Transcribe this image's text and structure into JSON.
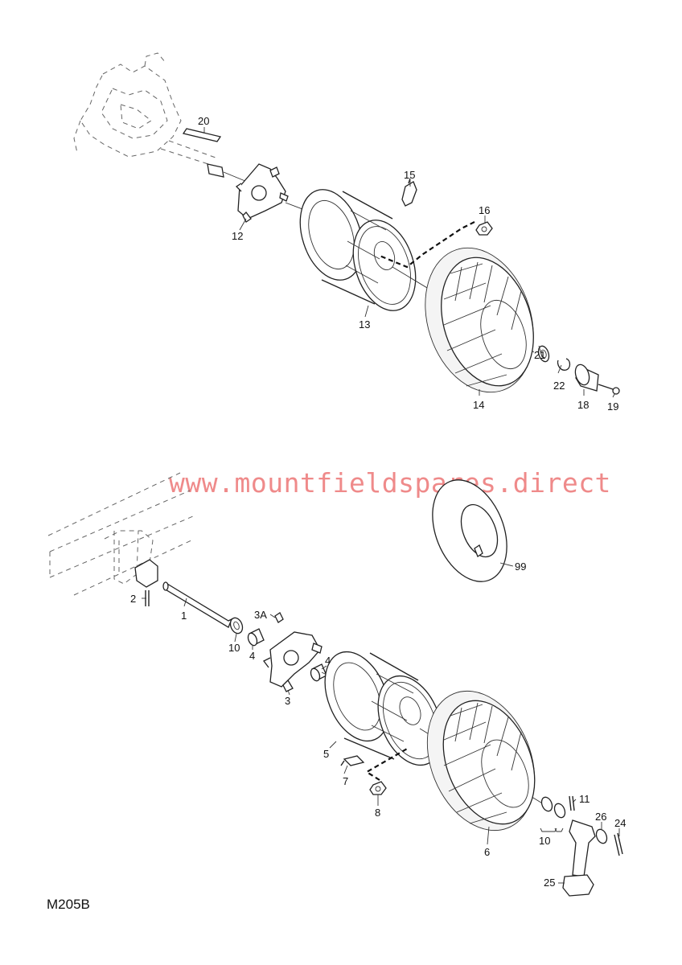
{
  "watermark": "www.mountfieldspares.direct",
  "diagram_code": "M205B",
  "callouts": {
    "p20": "20",
    "p15": "15",
    "p16": "16",
    "p12": "12",
    "p13": "13",
    "p21": "21",
    "p22": "22",
    "p14": "14",
    "p18": "18",
    "p19": "19",
    "p99": "99",
    "p2": "2",
    "p1": "1",
    "p3A": "3A",
    "p10a": "10",
    "p4a": "4",
    "p4b": "4",
    "p3": "3",
    "p5": "5",
    "p7": "7",
    "p8": "8",
    "p11": "11",
    "p26": "26",
    "p24": "24",
    "p10b": "10",
    "p6": "6",
    "p25": "25"
  }
}
